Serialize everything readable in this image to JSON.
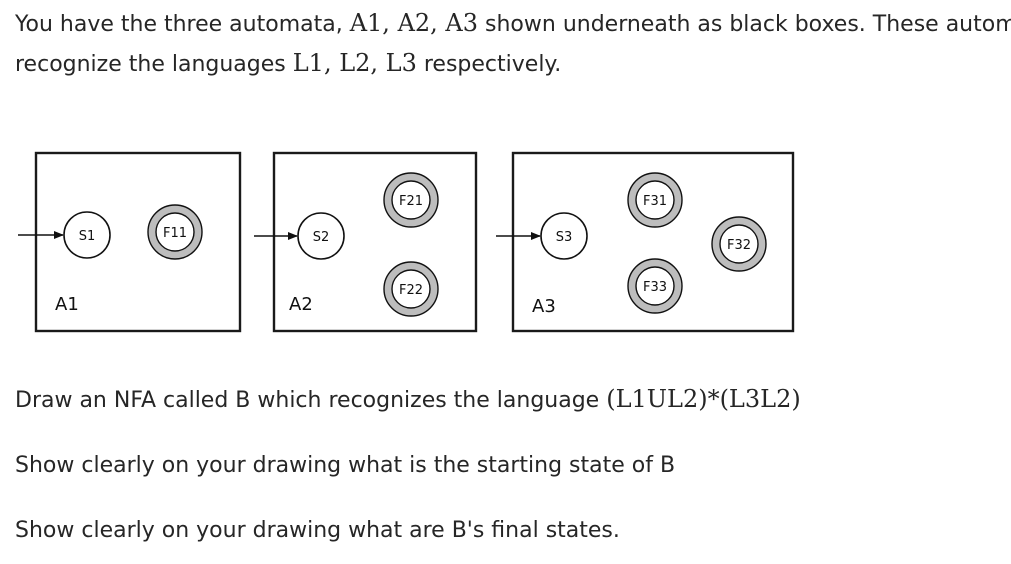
{
  "text": {
    "p1": {
      "a": "You have the three automata, ",
      "m1": "A1, A2, A3",
      "b": " shown underneath as black boxes. These automata"
    },
    "p2": {
      "a": "recognize the languages ",
      "m1": "L1, L2, L3",
      "b": " respectively."
    },
    "p3": {
      "a": "Draw an NFA called B which recognizes the language ",
      "m1": "(L1UL2)*(L3L2)"
    },
    "p4": "Show clearly on your drawing what is the starting state of B",
    "p5": "Show clearly on your drawing what are B's final states."
  },
  "diagram": {
    "automaton1": {
      "name": "A1",
      "start": "S1",
      "finals": [
        "F11"
      ]
    },
    "automaton2": {
      "name": "A2",
      "start": "S2",
      "finals": [
        "F21",
        "F22"
      ]
    },
    "automaton3": {
      "name": "A3",
      "start": "S3",
      "finals": [
        "F31",
        "F32",
        "F33"
      ]
    }
  }
}
